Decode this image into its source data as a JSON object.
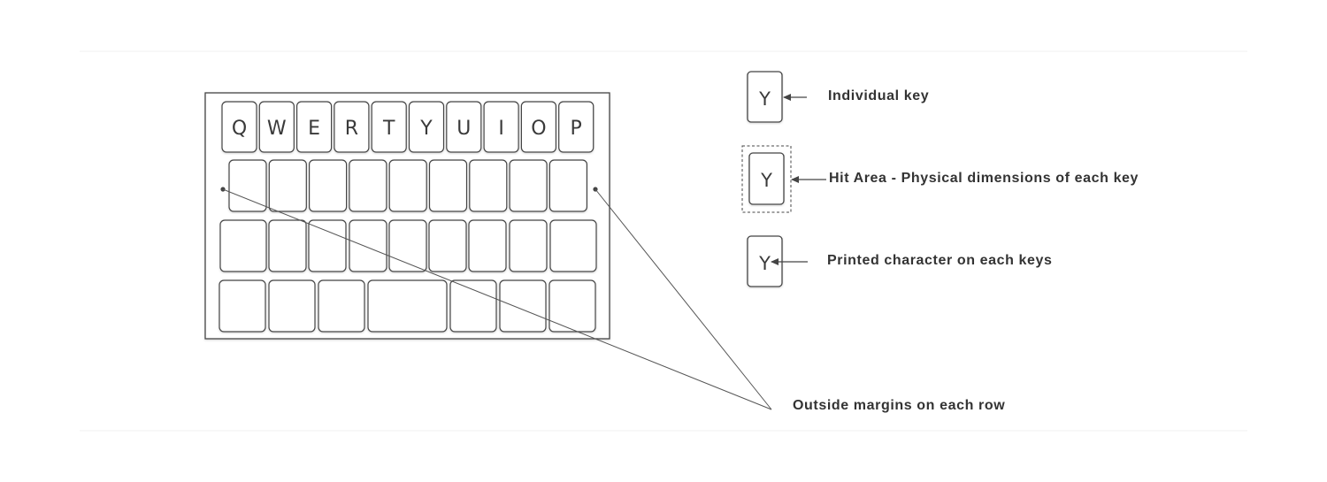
{
  "keyboard": {
    "top_row": [
      "Q",
      "W",
      "E",
      "R",
      "T",
      "Y",
      "U",
      "I",
      "O",
      "P"
    ]
  },
  "legend": {
    "individual_key": {
      "char": "Y",
      "label": "Individual key"
    },
    "hit_area": {
      "char": "Y",
      "label": "Hit Area - Physical dimensions of each key"
    },
    "printed_character": {
      "char": "Y",
      "label": "Printed character on each keys"
    }
  },
  "callouts": {
    "outside_margins": "Outside margins on each row"
  },
  "colors": {
    "stroke": "#444444",
    "text": "#333333",
    "panel_shadow": "#d9d9d9"
  }
}
